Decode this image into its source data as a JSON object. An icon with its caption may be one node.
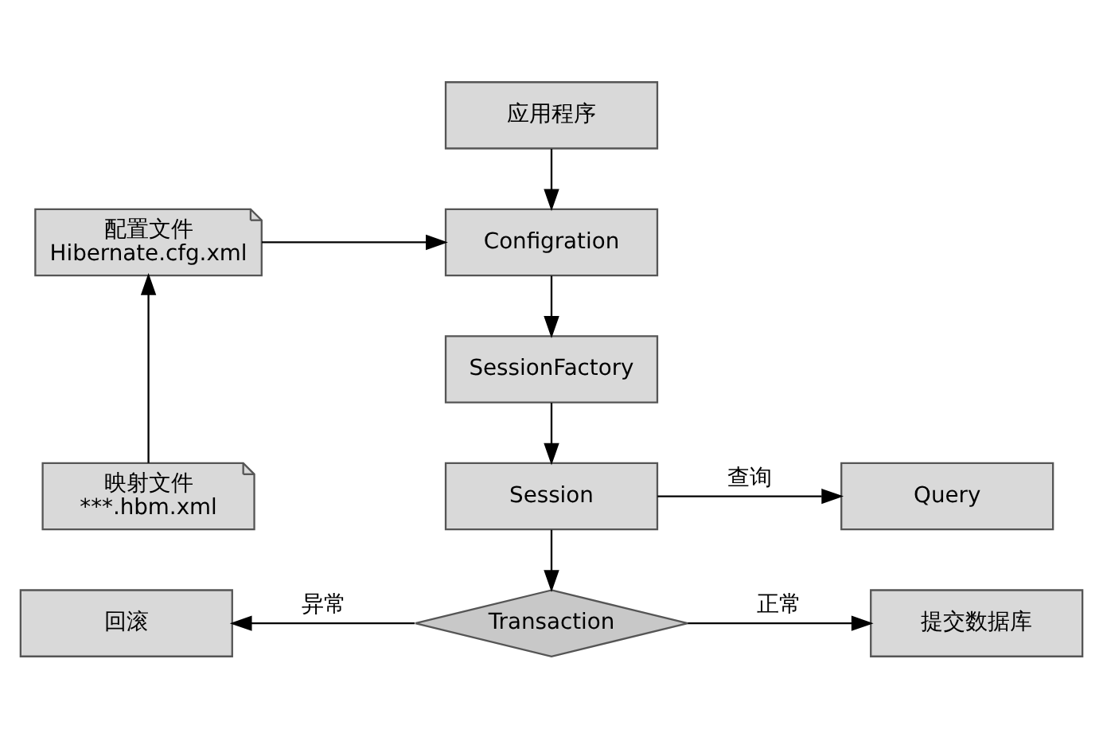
{
  "diagram": {
    "nodes": [
      {
        "text": [
          "应用程序"
        ]
      },
      {
        "text": [
          "配置文件",
          "Hibernate.cfg.xml"
        ]
      },
      {
        "text": [
          "Configration"
        ]
      },
      {
        "text": [
          "SessionFactory"
        ]
      },
      {
        "text": [
          "映射文件",
          "***.hbm.xml"
        ]
      },
      {
        "text": [
          "Session"
        ]
      },
      {
        "text": [
          "Query"
        ]
      },
      {
        "text": [
          "回滚"
        ]
      },
      {
        "text": [
          "Transaction"
        ]
      },
      {
        "text": [
          "提交数据库"
        ]
      }
    ],
    "edges": [
      {
        "from": 0,
        "to": 2,
        "arrow": "to"
      },
      {
        "from": 1,
        "to": 2,
        "arrow": "to"
      },
      {
        "from": 2,
        "to": 3,
        "arrow": "to"
      },
      {
        "from": 4,
        "to": 1,
        "arrow": "to"
      },
      {
        "from": 3,
        "to": 5,
        "arrow": "to"
      },
      {
        "from": 5,
        "to": 6,
        "arrow": "to",
        "label": "查询"
      },
      {
        "from": 5,
        "to": 8,
        "arrow": "to"
      },
      {
        "from": 8,
        "to": 7,
        "arrow": "to",
        "label": "异常"
      },
      {
        "from": 8,
        "to": 9,
        "arrow": "to",
        "label": "正常"
      }
    ]
  }
}
